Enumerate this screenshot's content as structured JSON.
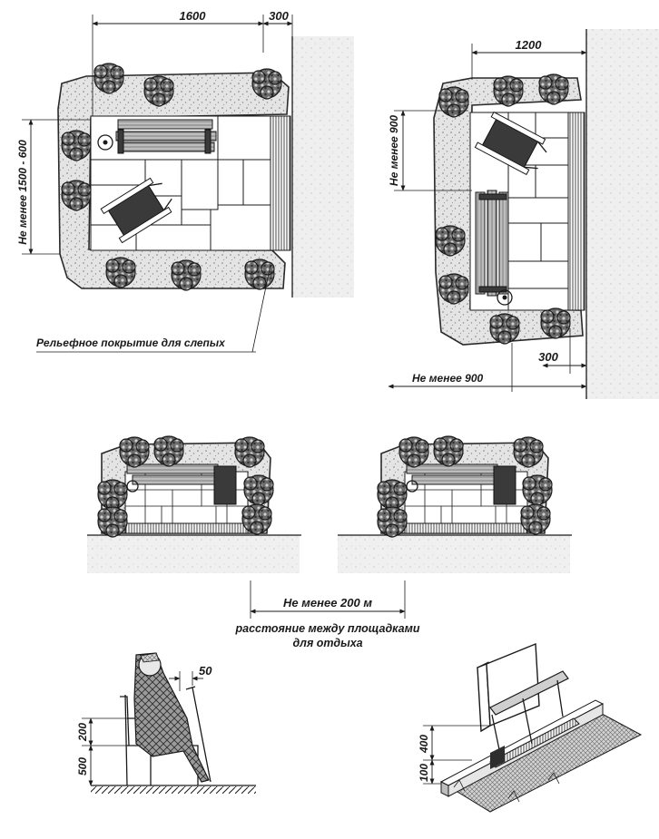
{
  "plan_a": {
    "dim_width": "1600",
    "dim_gap": "300",
    "dim_depth": "Не менее 1500 - 600",
    "tactile_label": "Рельефное покрытие для слепых"
  },
  "plan_b": {
    "dim_width": "1200",
    "dim_depth": "Не менее 900",
    "dim_gap": "300",
    "dim_bottom": "Не менее 900"
  },
  "spacing": {
    "distance": "Не менее 200 м",
    "caption_line1": "расстояние между площадками",
    "caption_line2": "для отдыха"
  },
  "bench_person": {
    "dim_cane": "50",
    "dim_back": "200",
    "dim_seat": "500"
  },
  "bench_perspective": {
    "dim_seat": "400",
    "dim_curb": "100"
  }
}
